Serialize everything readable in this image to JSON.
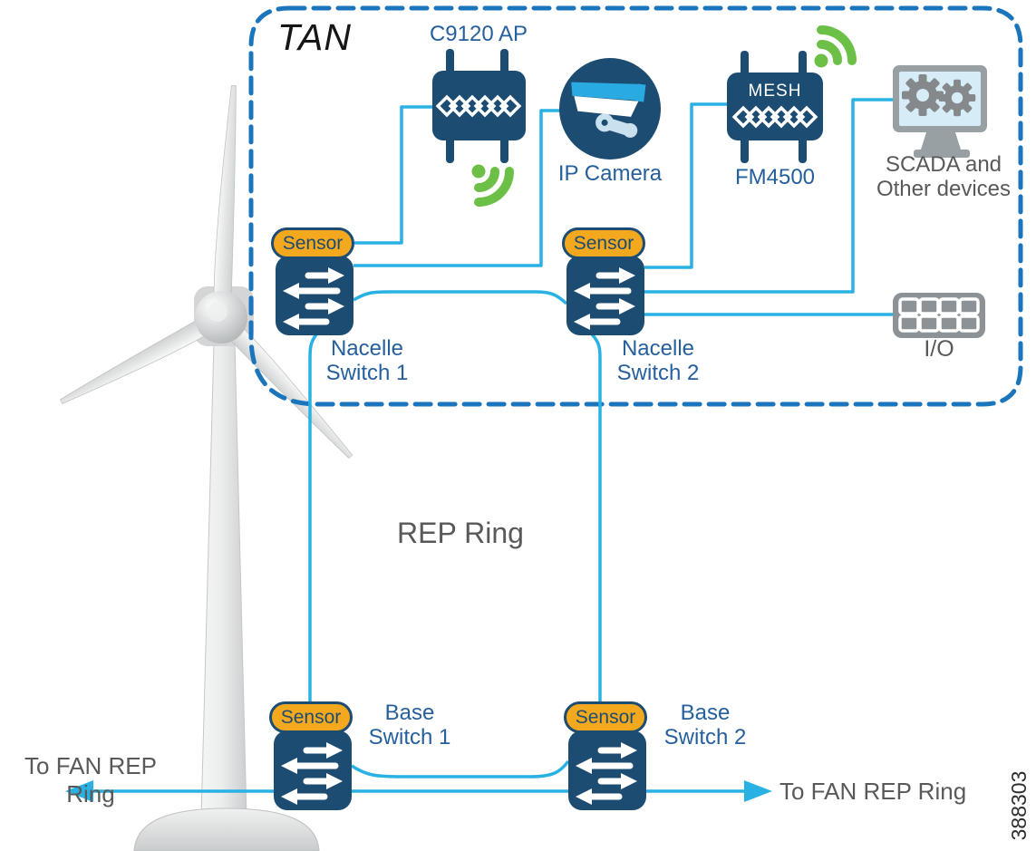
{
  "tan": {
    "label": "TAN"
  },
  "rep_ring": {
    "label": "REP Ring"
  },
  "fan_links": {
    "left": "To FAN REP Ring",
    "right": "To FAN REP Ring"
  },
  "figure_number": "388303",
  "sensor_badge": "Sensor",
  "nodes": {
    "c9120_ap": {
      "label": "C9120 AP"
    },
    "ip_camera": {
      "label": "IP Camera"
    },
    "mesh_ap": {
      "device_text": "MESH",
      "label": "FM4500"
    },
    "scada": {
      "label_line1": "SCADA and",
      "label_line2": "Other devices"
    },
    "io": {
      "label": "I/O"
    },
    "nacelle_switch_1": {
      "label_line1": "Nacelle",
      "label_line2": "Switch 1"
    },
    "nacelle_switch_2": {
      "label_line1": "Nacelle",
      "label_line2": "Switch 2"
    },
    "base_switch_1": {
      "label_line1": "Base",
      "label_line2": "Switch 1"
    },
    "base_switch_2": {
      "label_line1": "Base",
      "label_line2": "Switch 2"
    }
  },
  "connections": [
    "Nacelle Switch 1 sensor - C9120 AP",
    "Nacelle Switch 1 - IP Camera",
    "Nacelle Switch 1 - Nacelle Switch 2",
    "Nacelle Switch 2 - MESH FM4500",
    "Nacelle Switch 2 - SCADA and Other devices",
    "Nacelle Switch 2 - I/O",
    "Nacelle Switch 1 - Base Switch 1 (REP Ring)",
    "Nacelle Switch 2 - Base Switch 2 (REP Ring)",
    "Base Switch 1 - Base Switch 2 (REP Ring)",
    "Base Switch 1 - To FAN REP Ring (left)",
    "Base Switch 2 - To FAN REP Ring (right)"
  ],
  "colors": {
    "navy": "#1d4c72",
    "label_blue": "#255f9c",
    "cyan_link": "#29b1e4",
    "dash_blue": "#1b75bc",
    "green_wifi": "#6cbf47",
    "orange_sensor": "#f4a81d",
    "gray_text": "#58595b",
    "icon_gray": "#98a0a4"
  }
}
